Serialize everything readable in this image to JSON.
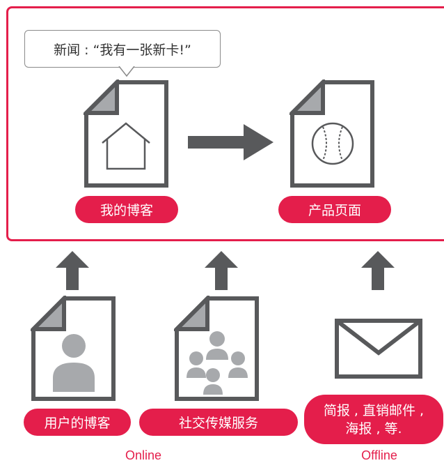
{
  "bubble": {
    "text": "新闻 : “我有一张新卡!”"
  },
  "top": {
    "blog_label": "我的博客",
    "product_label": "产品页面"
  },
  "bottom": {
    "user_blog_label": "用户的博客",
    "social_label": "社交传媒服务",
    "print_label_line1": "简报 , 直销邮件 ,",
    "print_label_line2": "海报 , 等."
  },
  "captions": {
    "online": "Online",
    "offline": "Offline"
  },
  "colors": {
    "accent": "#e41e4b",
    "icon": "#58595b",
    "icon_fill": "#a7a9ac"
  },
  "icons": [
    "house-icon",
    "baseball-icon",
    "person-icon",
    "people-group-icon",
    "envelope-icon",
    "arrow-right-icon",
    "arrow-up-icon"
  ]
}
